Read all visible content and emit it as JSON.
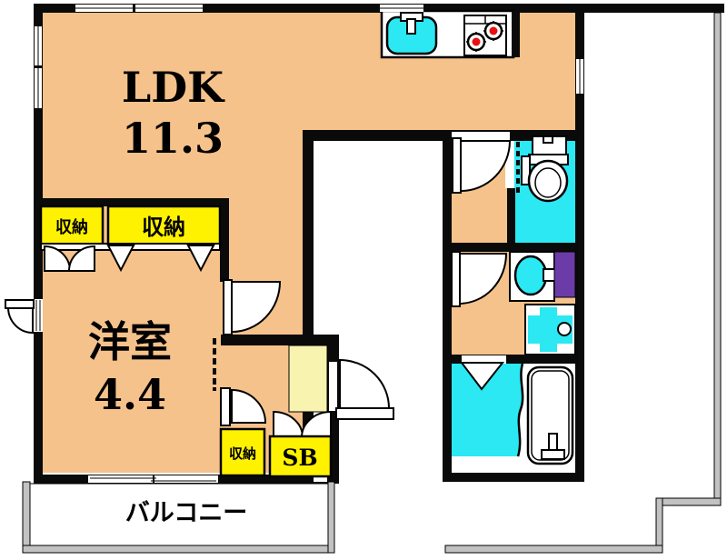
{
  "plan": {
    "ldk": {
      "label": "LDK",
      "area": "11.3"
    },
    "western_room": {
      "label": "洋室",
      "area": "4.4"
    },
    "storage_left": {
      "label": "収納"
    },
    "storage_wide": {
      "label": "収納"
    },
    "storage_entry": {
      "label": "収納"
    },
    "shoe_box": {
      "label": "SB"
    },
    "balcony": {
      "label": "バルコニー"
    }
  },
  "fixtures": {
    "kitchen_sink": "kitchen-sink",
    "stove": "two-burner-stove",
    "toilet": "toilet",
    "washbasin": "washbasin",
    "washing_machine_pan": "washing-machine-pan",
    "bathtub": "bathtub"
  },
  "colors": {
    "floor_orange": "#F6C28B",
    "water_cyan": "#2BE8F2",
    "closet_yellow": "#FFF200",
    "genkan_cream": "#F8F3AE",
    "accent_purple": "#6B3CA8",
    "outline_gray": "#C2C2C2",
    "wall_black": "#0A0A0A",
    "burner_red": "#E81010"
  }
}
